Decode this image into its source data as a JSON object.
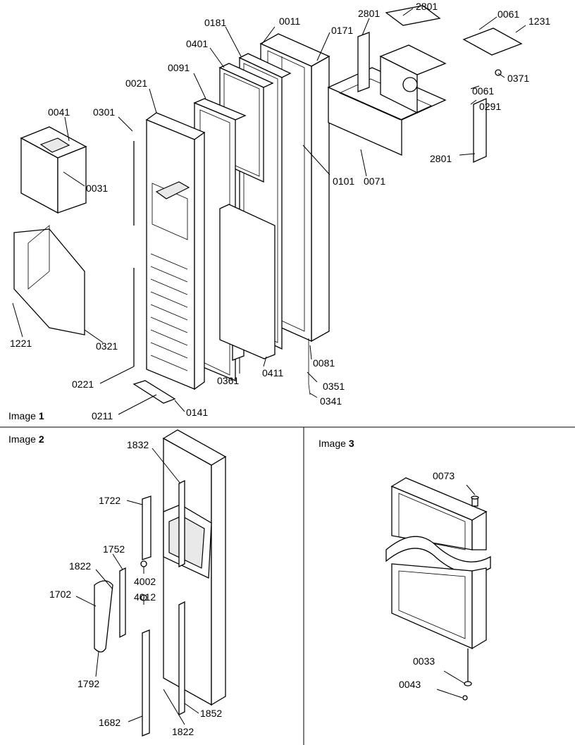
{
  "panels": [
    {
      "id": "image1",
      "title_word": "Image",
      "title_num": "1",
      "labels": [
        "0011",
        "0171",
        "2801",
        "2801",
        "0061",
        "1231",
        "0181",
        "0401",
        "0091",
        "0021",
        "0301",
        "0041",
        "0031",
        "0371",
        "0061",
        "0291",
        "0101",
        "0071",
        "2801",
        "1221",
        "0321",
        "0221",
        "0361",
        "0411",
        "0081",
        "0351",
        "0341",
        "0211",
        "0141"
      ]
    },
    {
      "id": "image2",
      "title_word": "Image",
      "title_num": "2",
      "labels": [
        "1832",
        "1722",
        "1752",
        "1822",
        "4002",
        "1702",
        "4012",
        "1792",
        "1682",
        "1822",
        "1852"
      ]
    },
    {
      "id": "image3",
      "title_word": "Image",
      "title_num": "3",
      "labels": [
        "0073",
        "0033",
        "0043"
      ]
    }
  ]
}
